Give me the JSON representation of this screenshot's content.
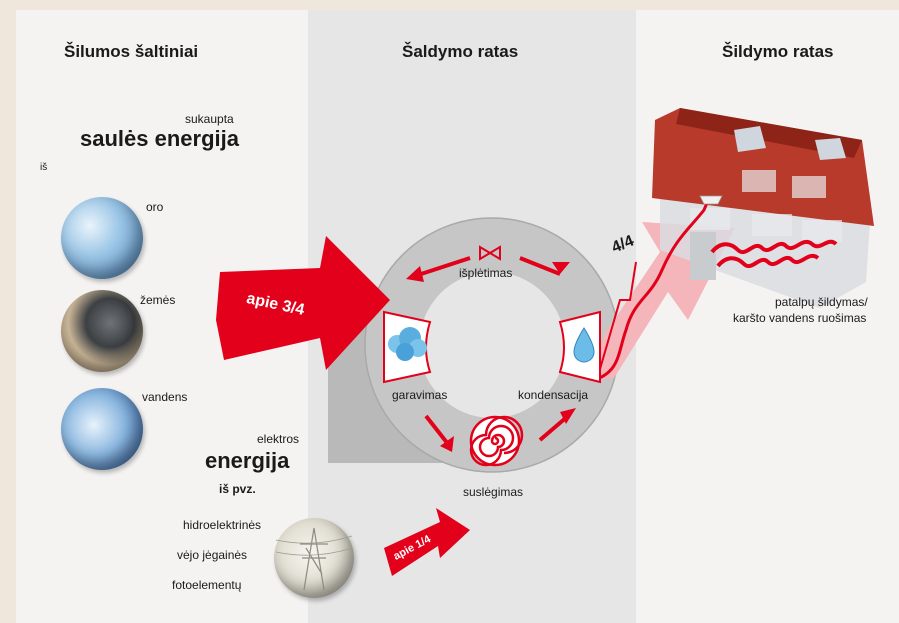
{
  "columns": {
    "left": "Šilumos šaltiniai",
    "middle": "Šaldymo ratas",
    "right": "Šildymo ratas"
  },
  "sources": {
    "intro_small": "sukaupta",
    "intro_big": "saulės energija",
    "from": "iš",
    "items": [
      "oro",
      "žemės",
      "vandens"
    ]
  },
  "electric": {
    "small": "elektros",
    "big": "energija",
    "from": "iš pvz.",
    "items": [
      "hidroelektrinės",
      "vėjo jėgainės",
      "fotoelementų"
    ]
  },
  "cycle": {
    "expansion": "išplėtimas",
    "evaporation": "garavimas",
    "condensation": "kondensacija",
    "compression": "suslėgimas"
  },
  "arrows": {
    "main": "apie 3/4",
    "electric": "apie 1/4",
    "output": "4/4"
  },
  "output_label": {
    "line1": "patalpų šildymas/",
    "line2": "karšto vandens ruošimas"
  },
  "colors": {
    "accent": "#e2001a",
    "pink": "#f4b5bb"
  }
}
